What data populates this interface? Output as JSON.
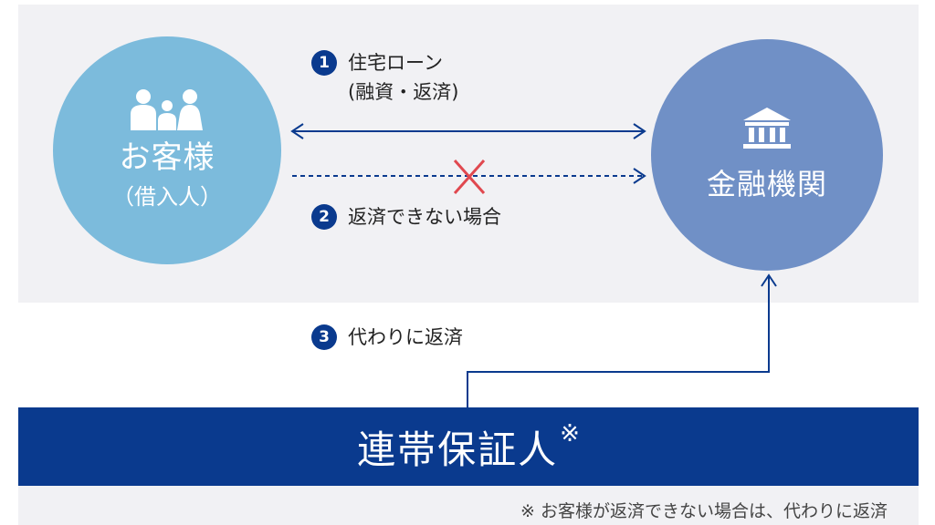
{
  "colors": {
    "customer": "#7cbbdc",
    "bank": "#7090c6",
    "navy": "#0a3a8e",
    "cross": "#e0484f",
    "panel": "#f1f1f4"
  },
  "customer": {
    "icon": "family-icon",
    "name": "お客様",
    "sub": "（借入人）"
  },
  "bank": {
    "icon": "bank-icon",
    "name": "金融機関"
  },
  "steps": [
    {
      "num": "1",
      "line1": "住宅ローン",
      "line2": "(融資・返済)"
    },
    {
      "num": "2",
      "text": "返済できない場合"
    },
    {
      "num": "3",
      "text": "代わりに返済"
    }
  ],
  "guarantor": {
    "label": "連帯保証人",
    "mark": "※"
  },
  "footnote": "※ お客様が返済できない場合は、代わりに返済"
}
